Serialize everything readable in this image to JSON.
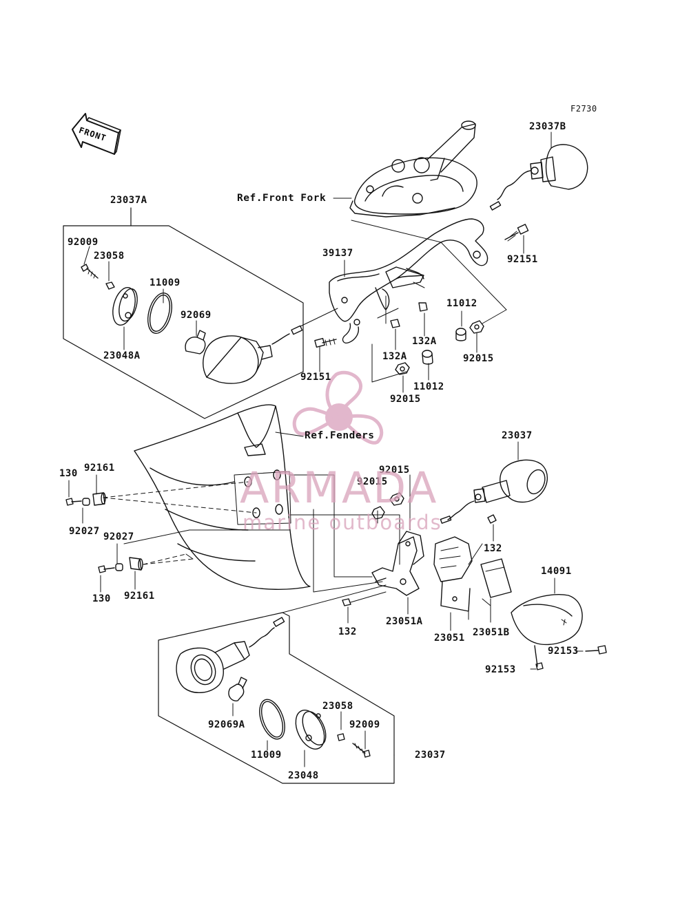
{
  "figure_id": "F2730",
  "front_label": "FRONT",
  "refs": {
    "front_fork": "Ref.Front Fork",
    "fenders": "Ref.Fenders"
  },
  "watermark": {
    "brand": "ARMADA",
    "tagline": "marine outboards"
  },
  "parts": {
    "p23037b": "23037B",
    "p23037a": "23037A",
    "p92009_top": "92009",
    "p23058_top": "23058",
    "p11009_top": "11009",
    "p92069": "92069",
    "p23048a": "23048A",
    "p39137": "39137",
    "p92151_right": "92151",
    "p11012_a": "11012",
    "p132a_1": "132A",
    "p132a_2": "132A",
    "p92015_a": "92015",
    "p11012_b": "11012",
    "p92015_b": "92015",
    "p92151_left": "92151",
    "p23037_right": "23037",
    "p130_top": "130",
    "p92161_top": "92161",
    "p92015_c": "92015",
    "p92015_d": "92015",
    "p92027_top": "92027",
    "p92027_left": "92027",
    "p132_right": "132",
    "p14091": "14091",
    "p130_bottom": "130",
    "p92161_bottom": "92161",
    "p132_bottom": "132",
    "p23051a": "23051A",
    "p23051": "23051",
    "p23051b": "23051B",
    "p92153_right": "92153",
    "p92153_left": "92153",
    "p23058_bottom": "23058",
    "p92009_bottom": "92009",
    "p92069a": "92069A",
    "p11009_bottom": "11009",
    "p23048": "23048",
    "p23037_bottom": "23037"
  }
}
